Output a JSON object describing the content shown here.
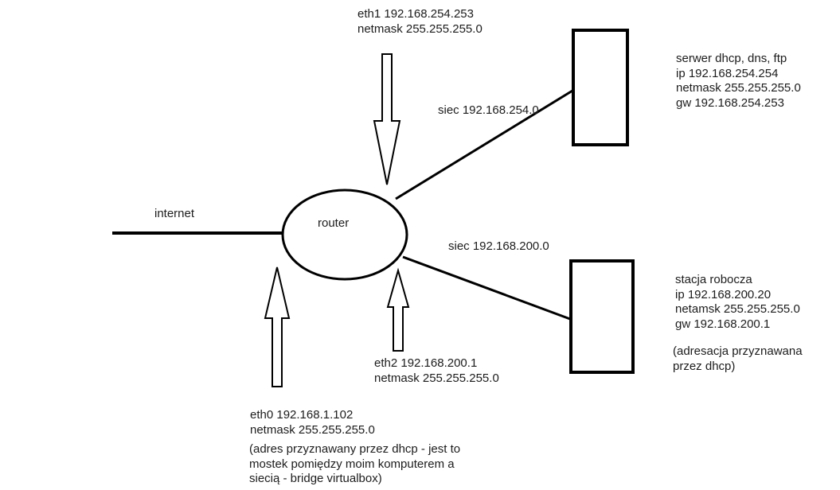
{
  "diagram": {
    "title": "network-topology-diagram",
    "labels": {
      "internet": "internet",
      "router": "router",
      "network_top": "siec 192.168.254.0",
      "network_bottom": "siec 192.168.200.0",
      "eth1": "eth1 192.168.254.253\nnetmask 255.255.255.0",
      "eth2": "eth2 192.168.200.1\nnetmask 255.255.255.0",
      "eth0": "eth0 192.168.1.102\n netmask 255.255.255.0",
      "eth0_note": "(adres przyznawany przez dhcp - jest to\nmostek pomiędzy moim komputerem a\nsiecią - bridge virtualbox)",
      "server": "serwer dhcp, dns, ftp\nip 192.168.254.254\nnetmask 255.255.255.0\ngw 192.168.254.253",
      "workstation": "stacja robocza\nip 192.168.200.20\nnetamsk 255.255.255.0\n gw 192.168.200.1",
      "workstation_note": "(adresacja przyznawana\nprzez dhcp)"
    },
    "colors": {
      "stroke": "#000000",
      "text": "#1c1c1c",
      "background": "#ffffff"
    }
  }
}
